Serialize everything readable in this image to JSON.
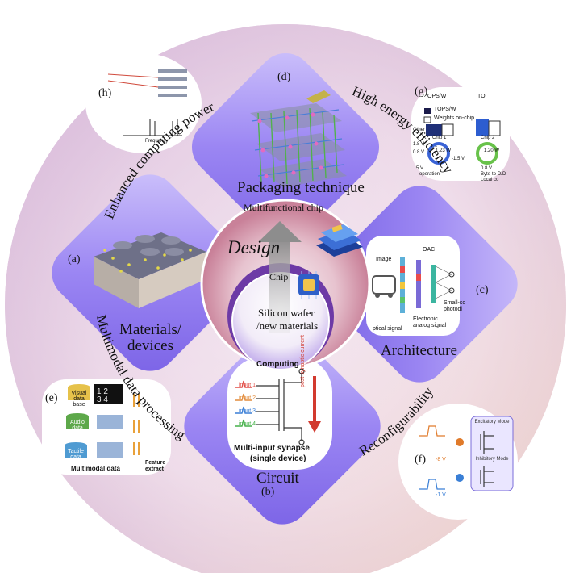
{
  "center": {
    "design": "Design",
    "multifunctional_chip": "Multifunctional chip",
    "chip": "Chip",
    "silicon_line1": "Silicon wafer",
    "silicon_line2": "/new materials"
  },
  "panels": {
    "d": {
      "letter": "(d)",
      "title": "Packaging technique"
    },
    "a": {
      "letter": "(a)",
      "title_line1": "Materials/",
      "title_line2": "devices"
    },
    "c": {
      "letter": "(c)",
      "title": "Architecture"
    },
    "b": {
      "letter": "(b)",
      "title": "Circuit",
      "top_text": "Computing",
      "bottom_line1": "Multi-input synapse",
      "bottom_line2": "(single device)",
      "side_text": "post-synaptic current",
      "inputs": [
        "input 1",
        "input 2",
        "input 3",
        "input 4"
      ]
    },
    "e": {
      "letter": "(e)",
      "db1": "Visual data base",
      "db2": "Audio data base",
      "db3": "Tactile data base",
      "caption1": "Multimodal data",
      "caption2": "Feature extract"
    },
    "f": {
      "letter": "(f)",
      "excitatory": "Excitatory Mode",
      "inhibitory": "Inhibitory Mode",
      "v1": "-8 V",
      "v2": "-1 V"
    },
    "g": {
      "letter": "(g)",
      "legend1": "TOPS/W",
      "legend2": "Weights on-chip",
      "chip1": "Chip 1",
      "chip2": "Chip 2",
      "d1": "1.23 W",
      "d2": "1.20 W",
      "v18": "1.8 V",
      "v08": "0.8 V",
      "v15": "-1.5 V",
      "v5": "5 V",
      "v08b": "0.8 V",
      "byte": "Byte-to-D/D",
      "other": "Other",
      "local": "Local co",
      "operation": "operation",
      "header1": "OPS/W",
      "header2": "TO"
    },
    "h": {
      "letter": "(h)",
      "freq": "Frequency"
    },
    "c_inner": {
      "oac": "OAC",
      "image": "Image",
      "small": "Small-sc",
      "photodiode": "photodi",
      "electronic": "Electronic",
      "analog": "analog signal",
      "optical": "ptical signal"
    }
  },
  "arcs": {
    "top_left": "Enhanced computing power",
    "top_right": "High energy efficiency",
    "bottom_left": "Multimodal data processing",
    "bottom_right": "Reconfigurability"
  },
  "colors": {
    "panel_purple": "#8f7cf0",
    "center_rose": "#d48b9e",
    "arrow_grey": "#9a9a9a"
  }
}
